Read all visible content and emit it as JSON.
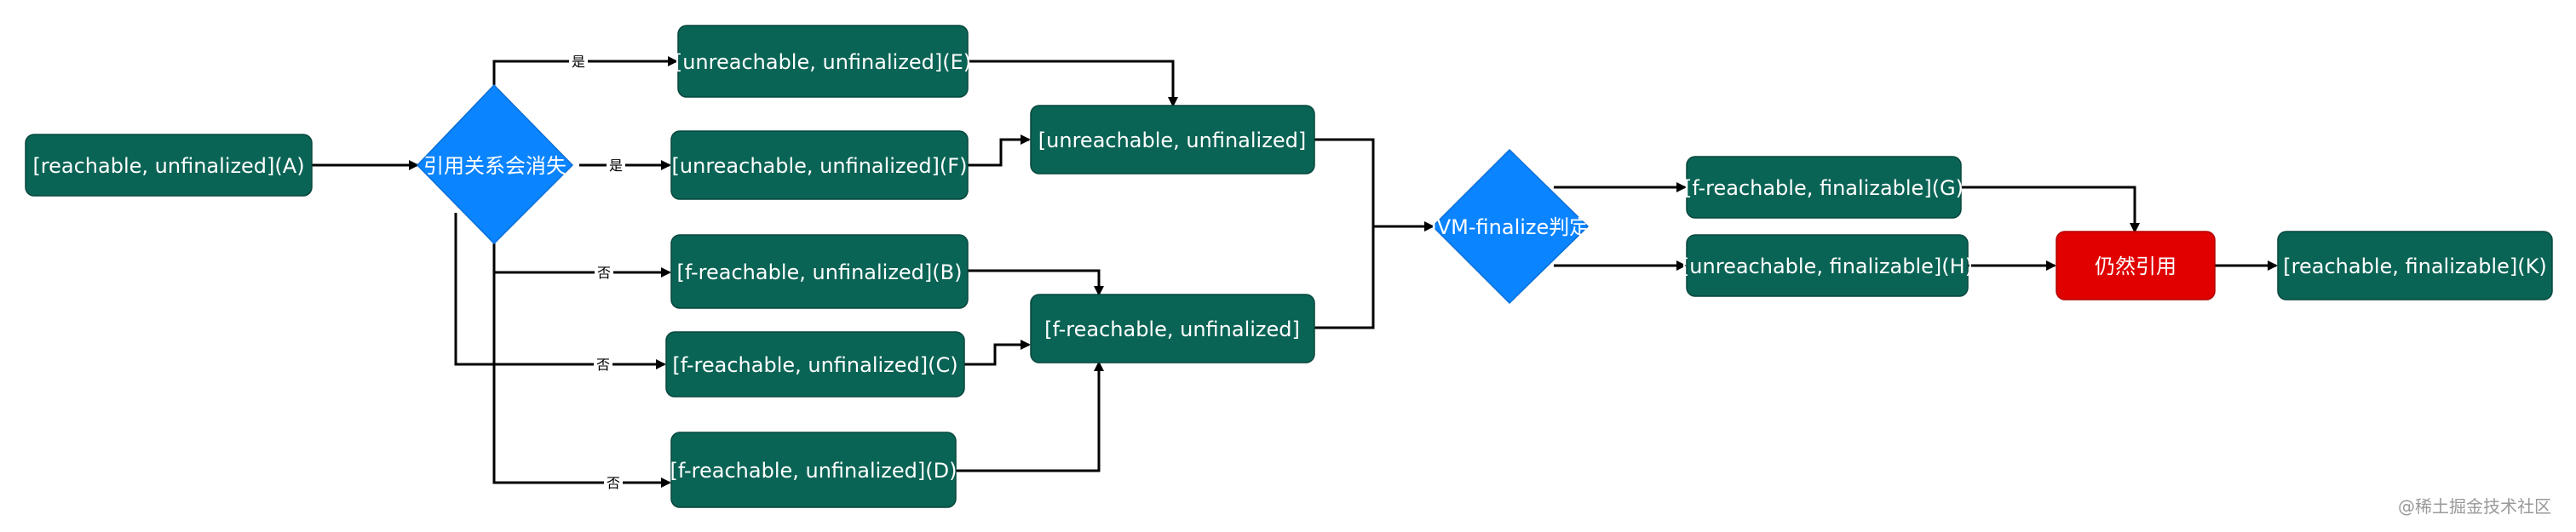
{
  "nodes": {
    "A": "[reachable, unfinalized](A)",
    "diamond1": "引用关系会消失",
    "E": "[unreachable, unfinalized](E)",
    "F": "[unreachable, unfinalized](F)",
    "B": "[f-reachable, unfinalized](B)",
    "C": "[f-reachable, unfinalized](C)",
    "D": "[f-reachable, unfinalized](D)",
    "U1": "[unreachable, unfinalized]",
    "R1": "[f-reachable, unfinalized]",
    "diamond2": "JVM-finalize判定",
    "G": "[f-reachable, finalizable](G)",
    "H": "[unreachable, finalizable](H)",
    "still": "仍然引用",
    "K": "[reachable, finalizable](K)"
  },
  "edge_labels": {
    "yes_e": "是",
    "yes_f": "是",
    "no_b": "否",
    "no_c": "否",
    "no_d": "否"
  },
  "watermark": "@稀土掘金技术社区",
  "colors": {
    "node_green": "#0a6455",
    "decision_blue": "#0a84ff",
    "alert_red": "#e00000"
  }
}
